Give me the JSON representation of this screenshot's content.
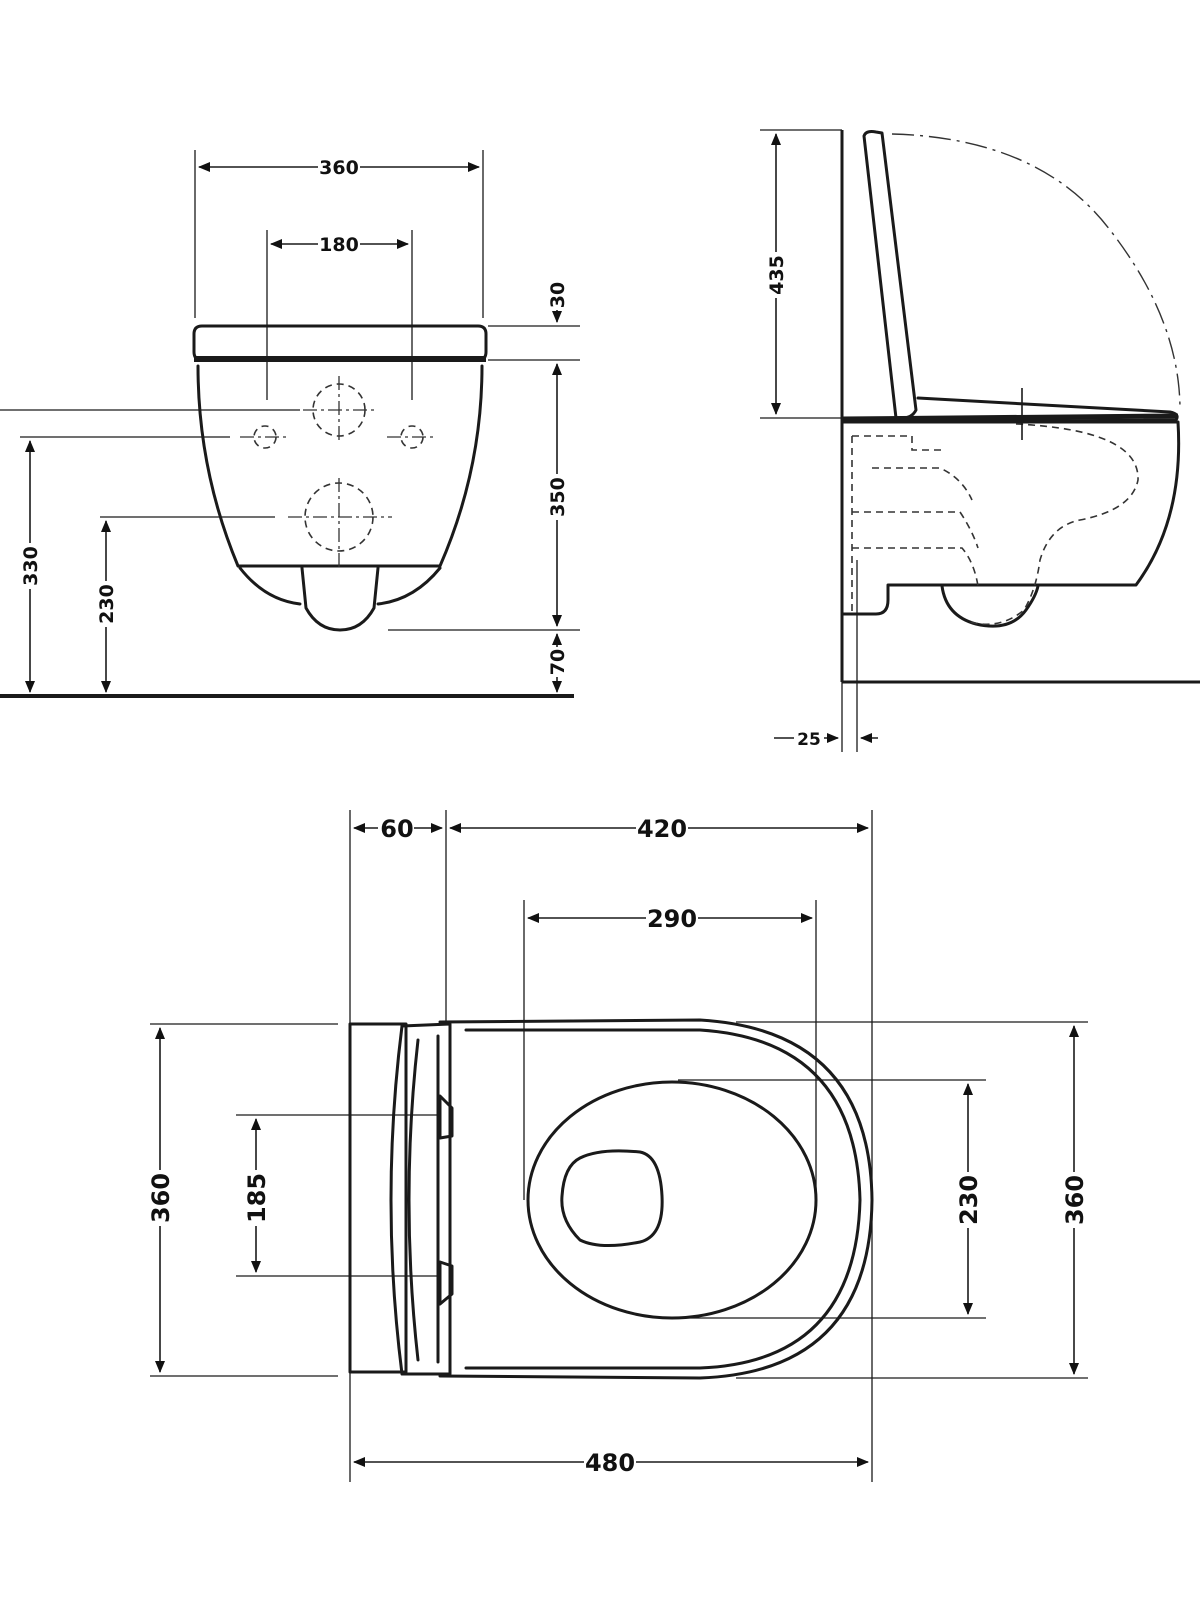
{
  "dimensions": {
    "front": {
      "overall_width": "360",
      "bolt_spacing": "180",
      "seat_thickness": "30",
      "bowl_height": "350",
      "bottom_clearance": "70",
      "bolt_height": "330",
      "waste_height": "230"
    },
    "side": {
      "seat_height": "435",
      "wall_offset": "25"
    },
    "plan": {
      "rear_offset": "60",
      "bowl_length": "420",
      "seat_opening": "290",
      "overall_length": "480",
      "overall_width": "360",
      "fixing_spacing": "185",
      "seat_width": "230",
      "bowl_width": "360"
    }
  }
}
